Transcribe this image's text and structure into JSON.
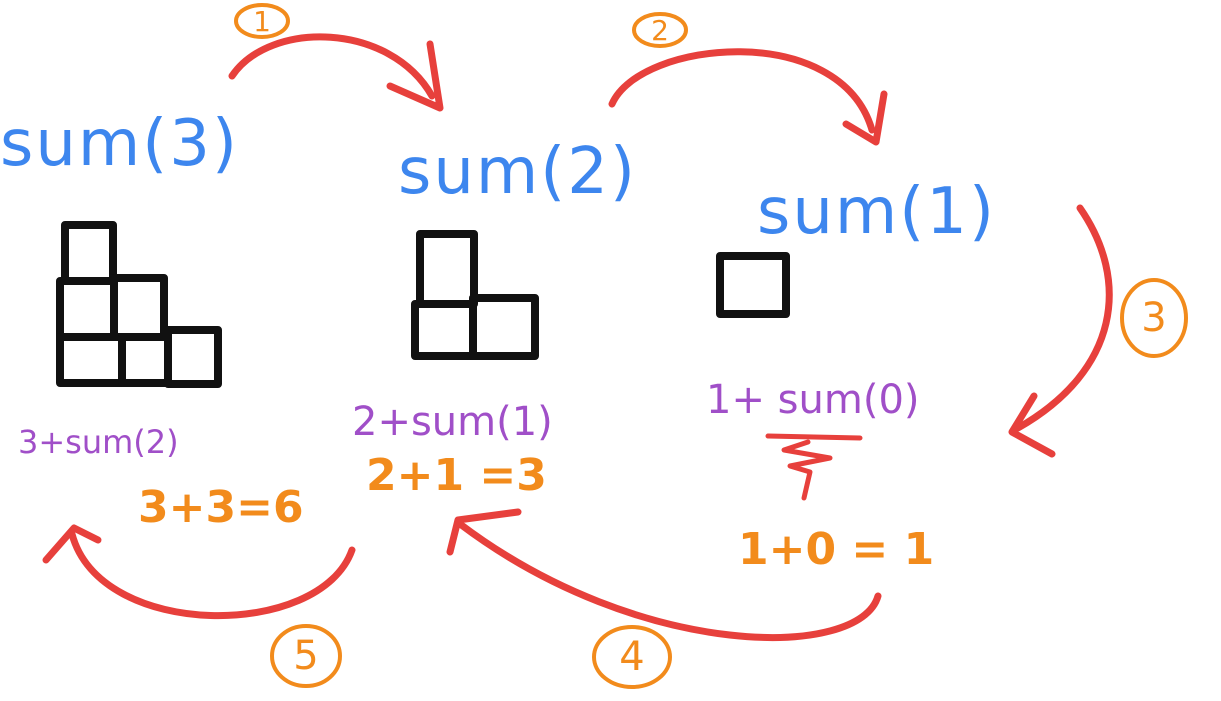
{
  "colors": {
    "call": "#3d86ee",
    "expression": "#a04fc8",
    "result": "#f28b1c",
    "arrow": "#e7403c",
    "block": "#111111",
    "background": "#ffffff"
  },
  "calls": [
    {
      "id": "sum3",
      "label": "sum(3)",
      "blocks": 6,
      "expression": "3+sum(2)",
      "result": "3+3=6"
    },
    {
      "id": "sum2",
      "label": "sum(2)",
      "blocks": 3,
      "expression": "2+sum(1)",
      "result": "2+1 =3"
    },
    {
      "id": "sum1",
      "label": "sum(1)",
      "blocks": 1,
      "expression": "1+ sum(0)",
      "result": "1+0 = 1"
    }
  ],
  "steps": [
    {
      "id": "step1",
      "label": "1",
      "direction": "sum(3) to sum(2)"
    },
    {
      "id": "step2",
      "label": "2",
      "direction": "sum(2) to sum(1)"
    },
    {
      "id": "step3",
      "label": "3",
      "direction": "sum(1) to sum(0)"
    },
    {
      "id": "step4",
      "label": "4",
      "direction": "result of sum(1) back to sum(2)"
    },
    {
      "id": "step5",
      "label": "5",
      "direction": "result of sum(2) back to sum(3)"
    }
  ],
  "base_case_marker": "ground"
}
